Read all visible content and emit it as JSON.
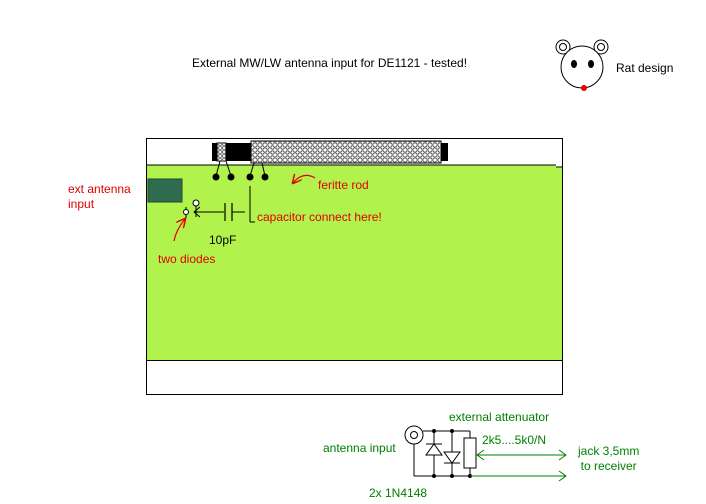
{
  "title": "External MW/LW antenna input for DE1121 - tested!",
  "logo": {
    "label": "Rat design"
  },
  "board": {
    "ext_antenna_label_line1": "ext antenna",
    "ext_antenna_label_line2": "input",
    "ferrite_label": "feritte rod",
    "capacitor_label": "capacitor connect here!",
    "capacitor_value": "10pF",
    "diodes_label": "two diodes"
  },
  "schematic": {
    "attenuator_label": "external attenuator",
    "resistor_value": "2k5....5k0/N",
    "antenna_input_label": "antenna input",
    "jack_label_line1": "jack 3,5mm",
    "jack_label_line2": "to receiver",
    "diode_part_label": "2x 1N4148"
  },
  "colors": {
    "pcb_green": "#b2f24c",
    "connector_green": "#2f6b4f",
    "label_red": "#e00000",
    "schematic_green": "#008000"
  }
}
